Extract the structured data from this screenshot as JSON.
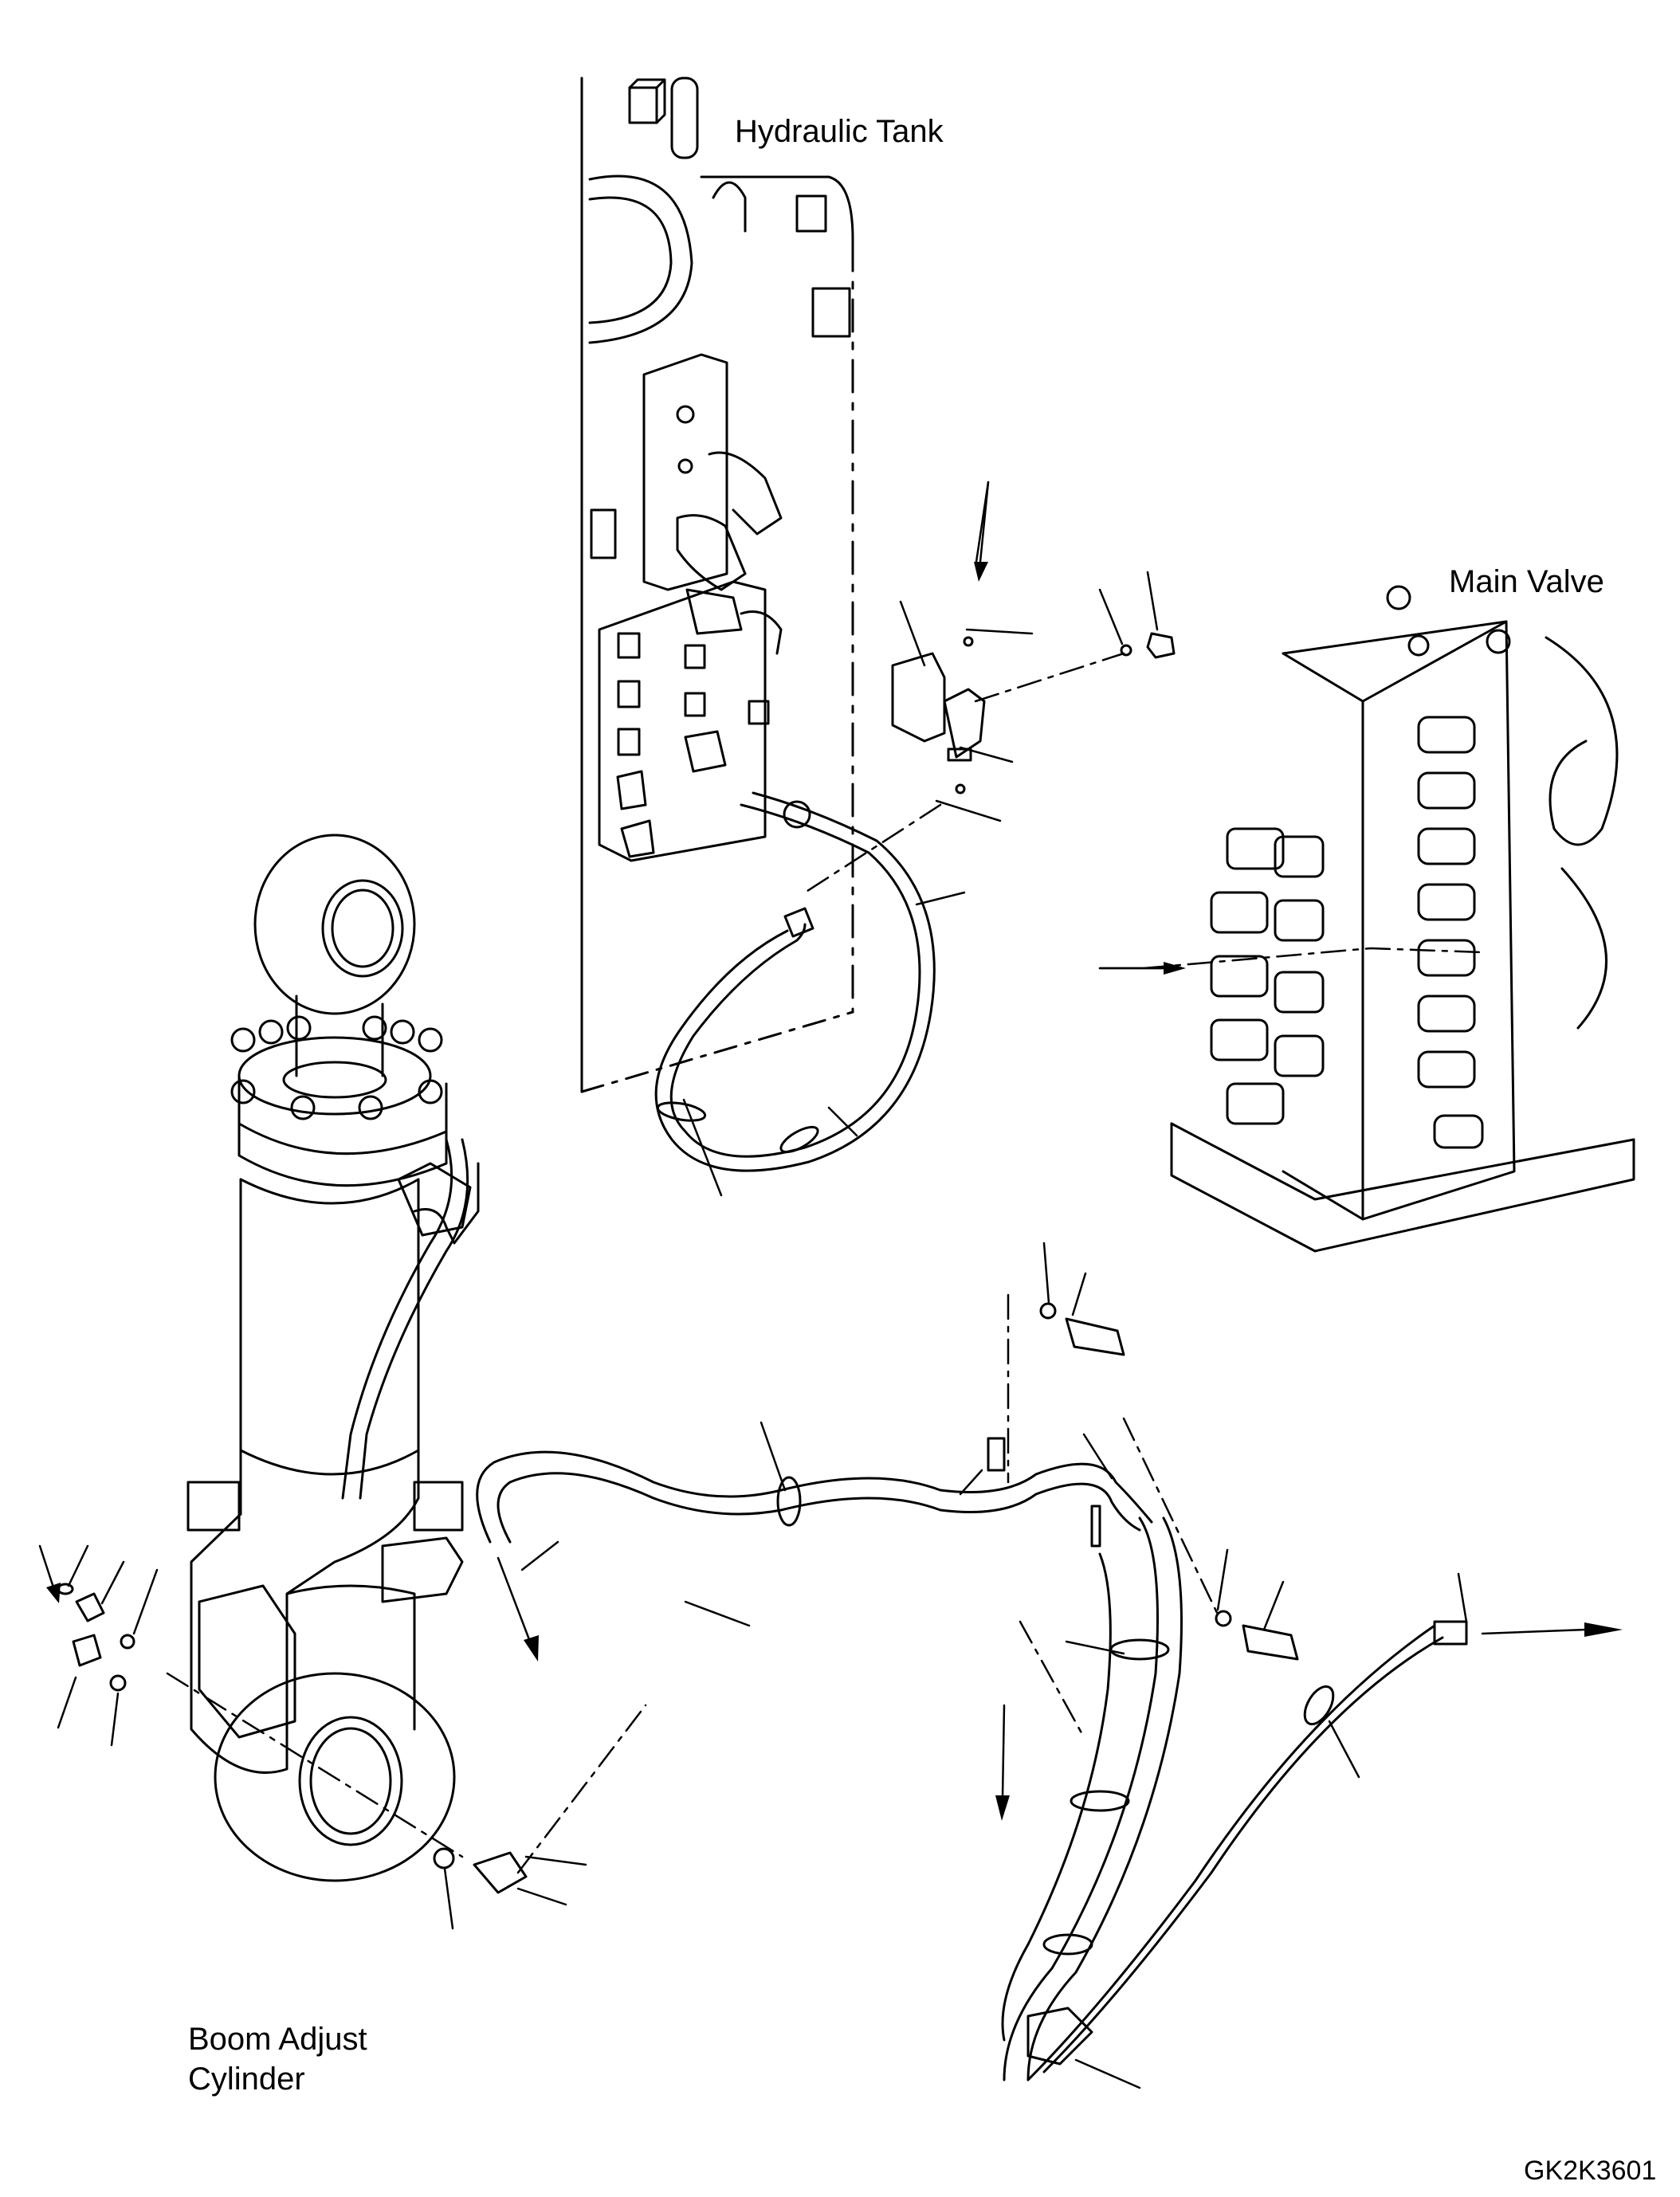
{
  "labels": {
    "hydraulic_tank": "Hydraulic Tank",
    "main_valve": "Main Valve",
    "boom_adjust_line1": "Boom Adjust",
    "boom_adjust_line2": "Cylinder",
    "drawing_code": "GK2K3601"
  },
  "colors": {
    "line": "#000000",
    "background": "#ffffff"
  }
}
